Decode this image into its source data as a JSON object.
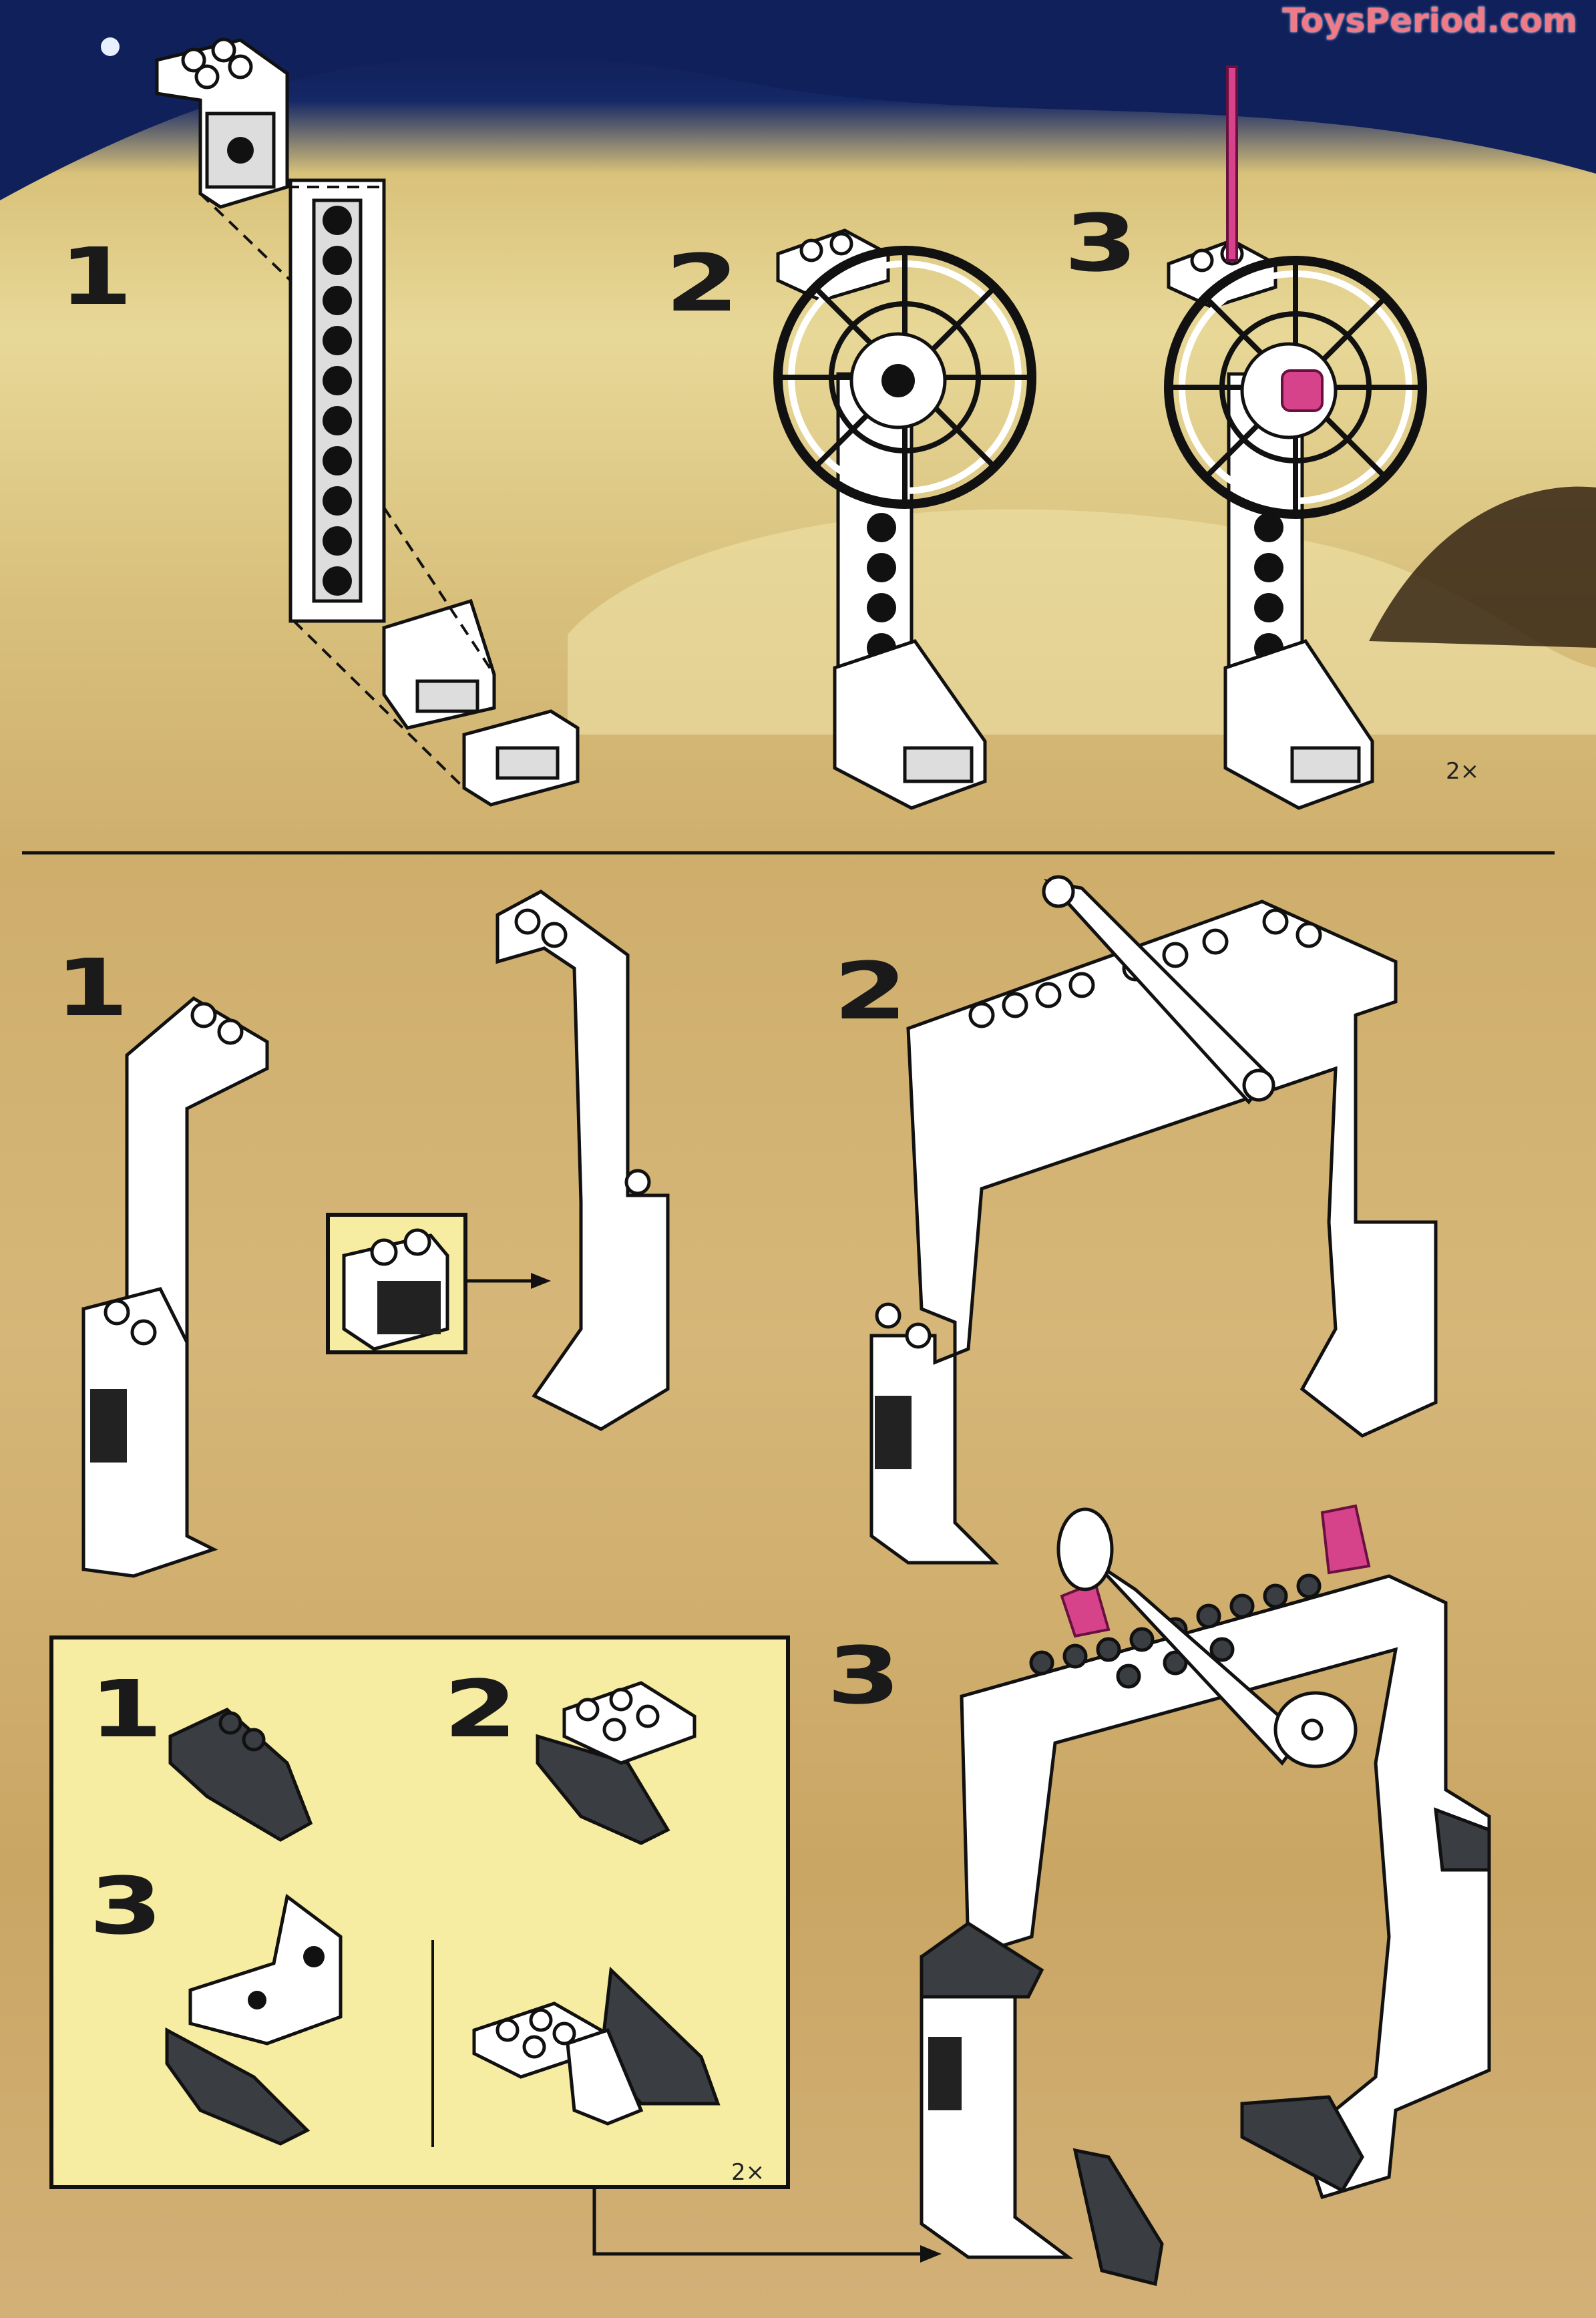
{
  "watermark": "ToysPeriod.com",
  "top_section": {
    "steps": [
      "1",
      "2",
      "3"
    ],
    "multiplier": "2×"
  },
  "bottom_section": {
    "steps": [
      "1",
      "2",
      "3"
    ],
    "subassembly": {
      "steps": [
        "1",
        "2",
        "3"
      ],
      "multiplier": "2×"
    }
  },
  "colors": {
    "sky": "#142766",
    "sand": "#d8c07c",
    "callout_box": "#f6eda2",
    "accent_pink": "#d6438a",
    "brick_white": "#ffffff",
    "brick_dark_gray": "#3a3d42"
  }
}
